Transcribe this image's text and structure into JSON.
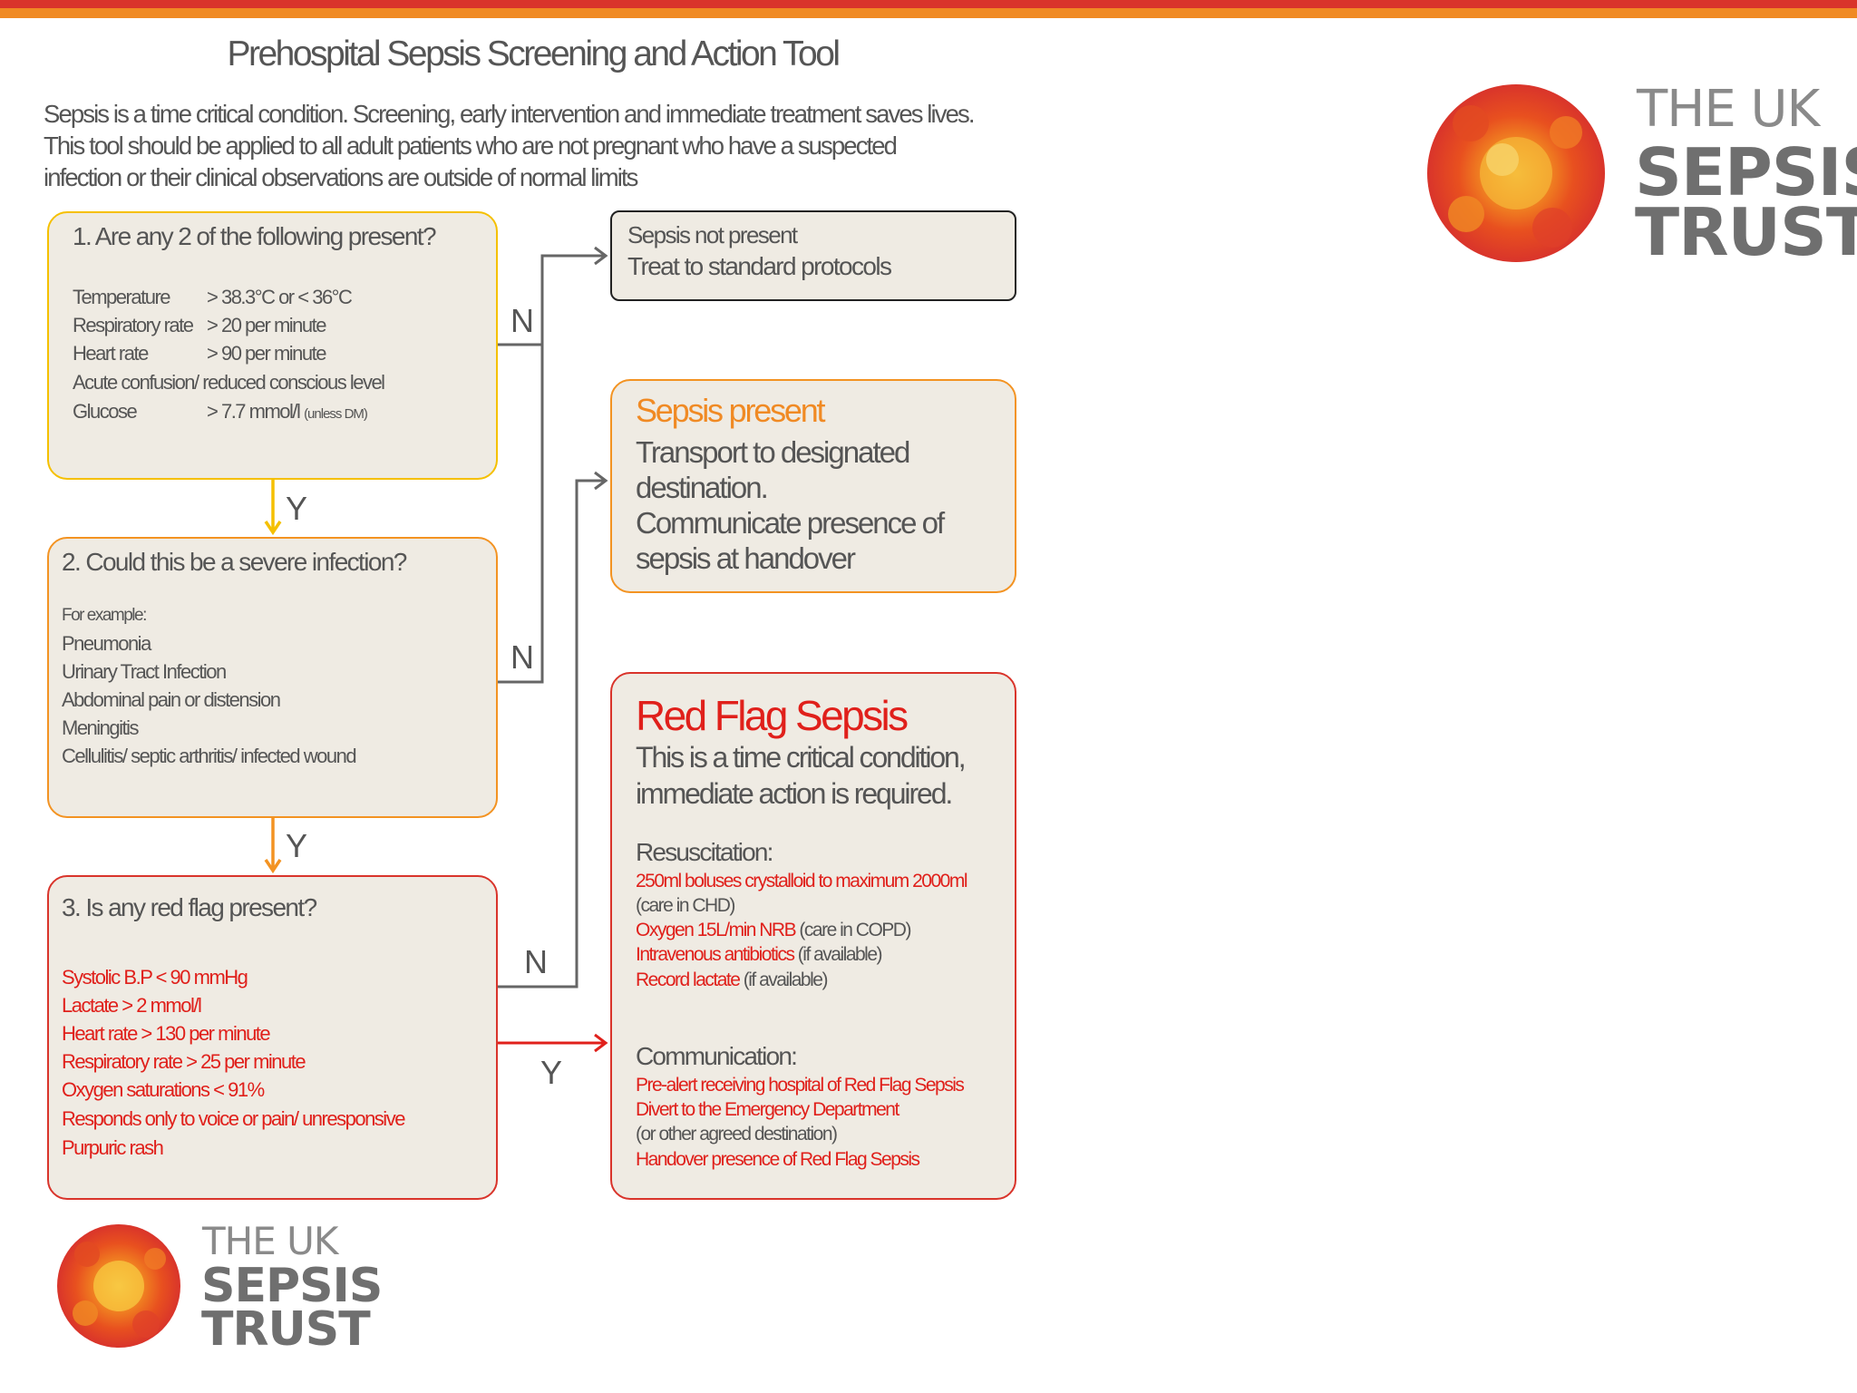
{
  "title": "Prehospital Sepsis Screening and Action Tool",
  "intro_lines": [
    "Sepsis is a time critical condition. Screening, early intervention and immediate treatment saves lives.",
    "This tool should be applied to all adult patients who are not pregnant who have a suspected",
    "infection or their clinical observations are outside of normal limits"
  ],
  "box1": {
    "heading": "1. Are any 2 of the following present?",
    "rows": [
      {
        "label": "Temperature",
        "value": "> 38.3°C or < 36°C"
      },
      {
        "label": "Respiratory rate",
        "value": "> 20 per minute"
      },
      {
        "label": "Heart rate",
        "value": "> 90 per minute"
      },
      {
        "label": "Acute confusion/ reduced conscious level",
        "value": ""
      },
      {
        "label": "Glucose",
        "value": "> 7.7 mmol/l",
        "note": "(unless DM)"
      }
    ]
  },
  "box2": {
    "heading": "2. Could this be a severe infection?",
    "items": [
      "For example:",
      "Pneumonia",
      "Urinary Tract Infection",
      "Abdominal pain or distension",
      "Meningitis",
      "Cellulitis/ septic arthritis/ infected wound"
    ]
  },
  "box3": {
    "heading": "3. Is any red flag present?",
    "items": [
      "Systolic B.P < 90 mmHg",
      "Lactate > 2 mmol/l",
      "Heart rate > 130 per minute",
      "Respiratory rate > 25 per minute",
      "Oxygen saturations < 91%",
      "Responds only to voice or pain/ unresponsive",
      "Purpuric rash"
    ]
  },
  "box4": {
    "lines": [
      "Sepsis not present",
      "Treat to standard protocols"
    ]
  },
  "box5": {
    "title": "Sepsis present",
    "lines": [
      "Transport to designated",
      "destination.",
      "Communicate presence of",
      "sepsis at handover"
    ]
  },
  "box6": {
    "title": "Red Flag Sepsis",
    "subtitle_lines": [
      "This is a time critical condition,",
      "immediate action is required."
    ],
    "resus_heading": "Resuscitation:",
    "resus_items": [
      {
        "red": "250ml boluses crystalloid to maximum 2000ml",
        "grey": ""
      },
      {
        "red": "",
        "grey": "(care in CHD)"
      },
      {
        "red": "Oxygen 15L/min NRB",
        "grey": " (care in COPD)"
      },
      {
        "red": "Intravenous antibiotics",
        "grey": " (if available)"
      },
      {
        "red": "Record lactate",
        "grey": " (if available)"
      }
    ],
    "comm_heading": "Communication:",
    "comm_items": [
      {
        "red": "Pre-alert receiving hospital of Red Flag Sepsis",
        "grey": ""
      },
      {
        "red": "Divert to the Emergency Department",
        "grey": ""
      },
      {
        "red": "",
        "grey": "(or other agreed destination)"
      },
      {
        "red": "Handover presence of Red Flag Sepsis",
        "grey": ""
      }
    ]
  },
  "labels": {
    "n1": "N",
    "n2": "N",
    "n3": "N",
    "y1": "Y",
    "y2": "Y",
    "y3": "Y"
  },
  "logo": {
    "line1": "THE UK",
    "line2": "SEPSIS",
    "line3": "TRUST"
  },
  "colors": {
    "red": "#e0201b",
    "orange": "#f08a24",
    "yellow": "#f5c000",
    "grey_text": "#555555",
    "box_fill": "#efebe3"
  }
}
